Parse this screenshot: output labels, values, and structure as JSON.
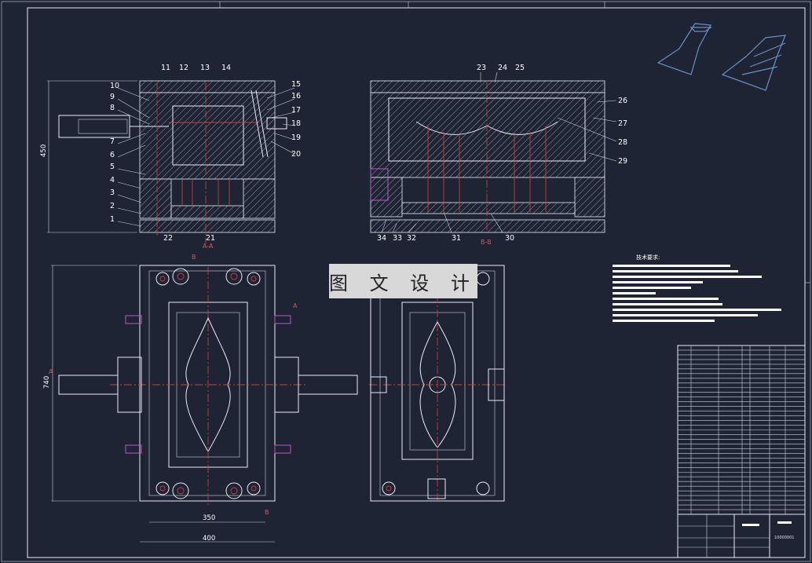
{
  "watermark": "图 文 设 计",
  "tech_requirements_title": "技术要求:",
  "tech_lines": [
    150,
    160,
    190,
    115,
    100,
    55,
    135,
    140,
    215,
    185,
    130
  ],
  "dimensions": {
    "height_main": "450",
    "plan_height": "740",
    "width_inner": "350",
    "width_outer": "400"
  },
  "section_labels": {
    "aa": "A-A",
    "bb": "B-B",
    "a": "A",
    "b": "B"
  },
  "part_numbers_left": [
    "1",
    "2",
    "3",
    "4",
    "5",
    "6",
    "7",
    "8",
    "9",
    "10"
  ],
  "part_numbers_top_left": [
    "11",
    "12",
    "13",
    "14"
  ],
  "part_numbers_right_left": [
    "15",
    "16",
    "17",
    "18",
    "19",
    "20"
  ],
  "part_numbers_bottom_left": [
    "22",
    "21"
  ],
  "part_numbers_top_right": [
    "23",
    "24",
    "25"
  ],
  "part_numbers_right": [
    "26",
    "27",
    "28",
    "29"
  ],
  "part_numbers_bottom_right": [
    "34",
    "33",
    "32",
    "31",
    "30"
  ],
  "title_block_number": "10000001",
  "bom_rows": 36,
  "colors": {
    "background": "#1e2433",
    "line": "#e8ecf4",
    "center": "#d23b3b",
    "accent": "#c455c8"
  }
}
